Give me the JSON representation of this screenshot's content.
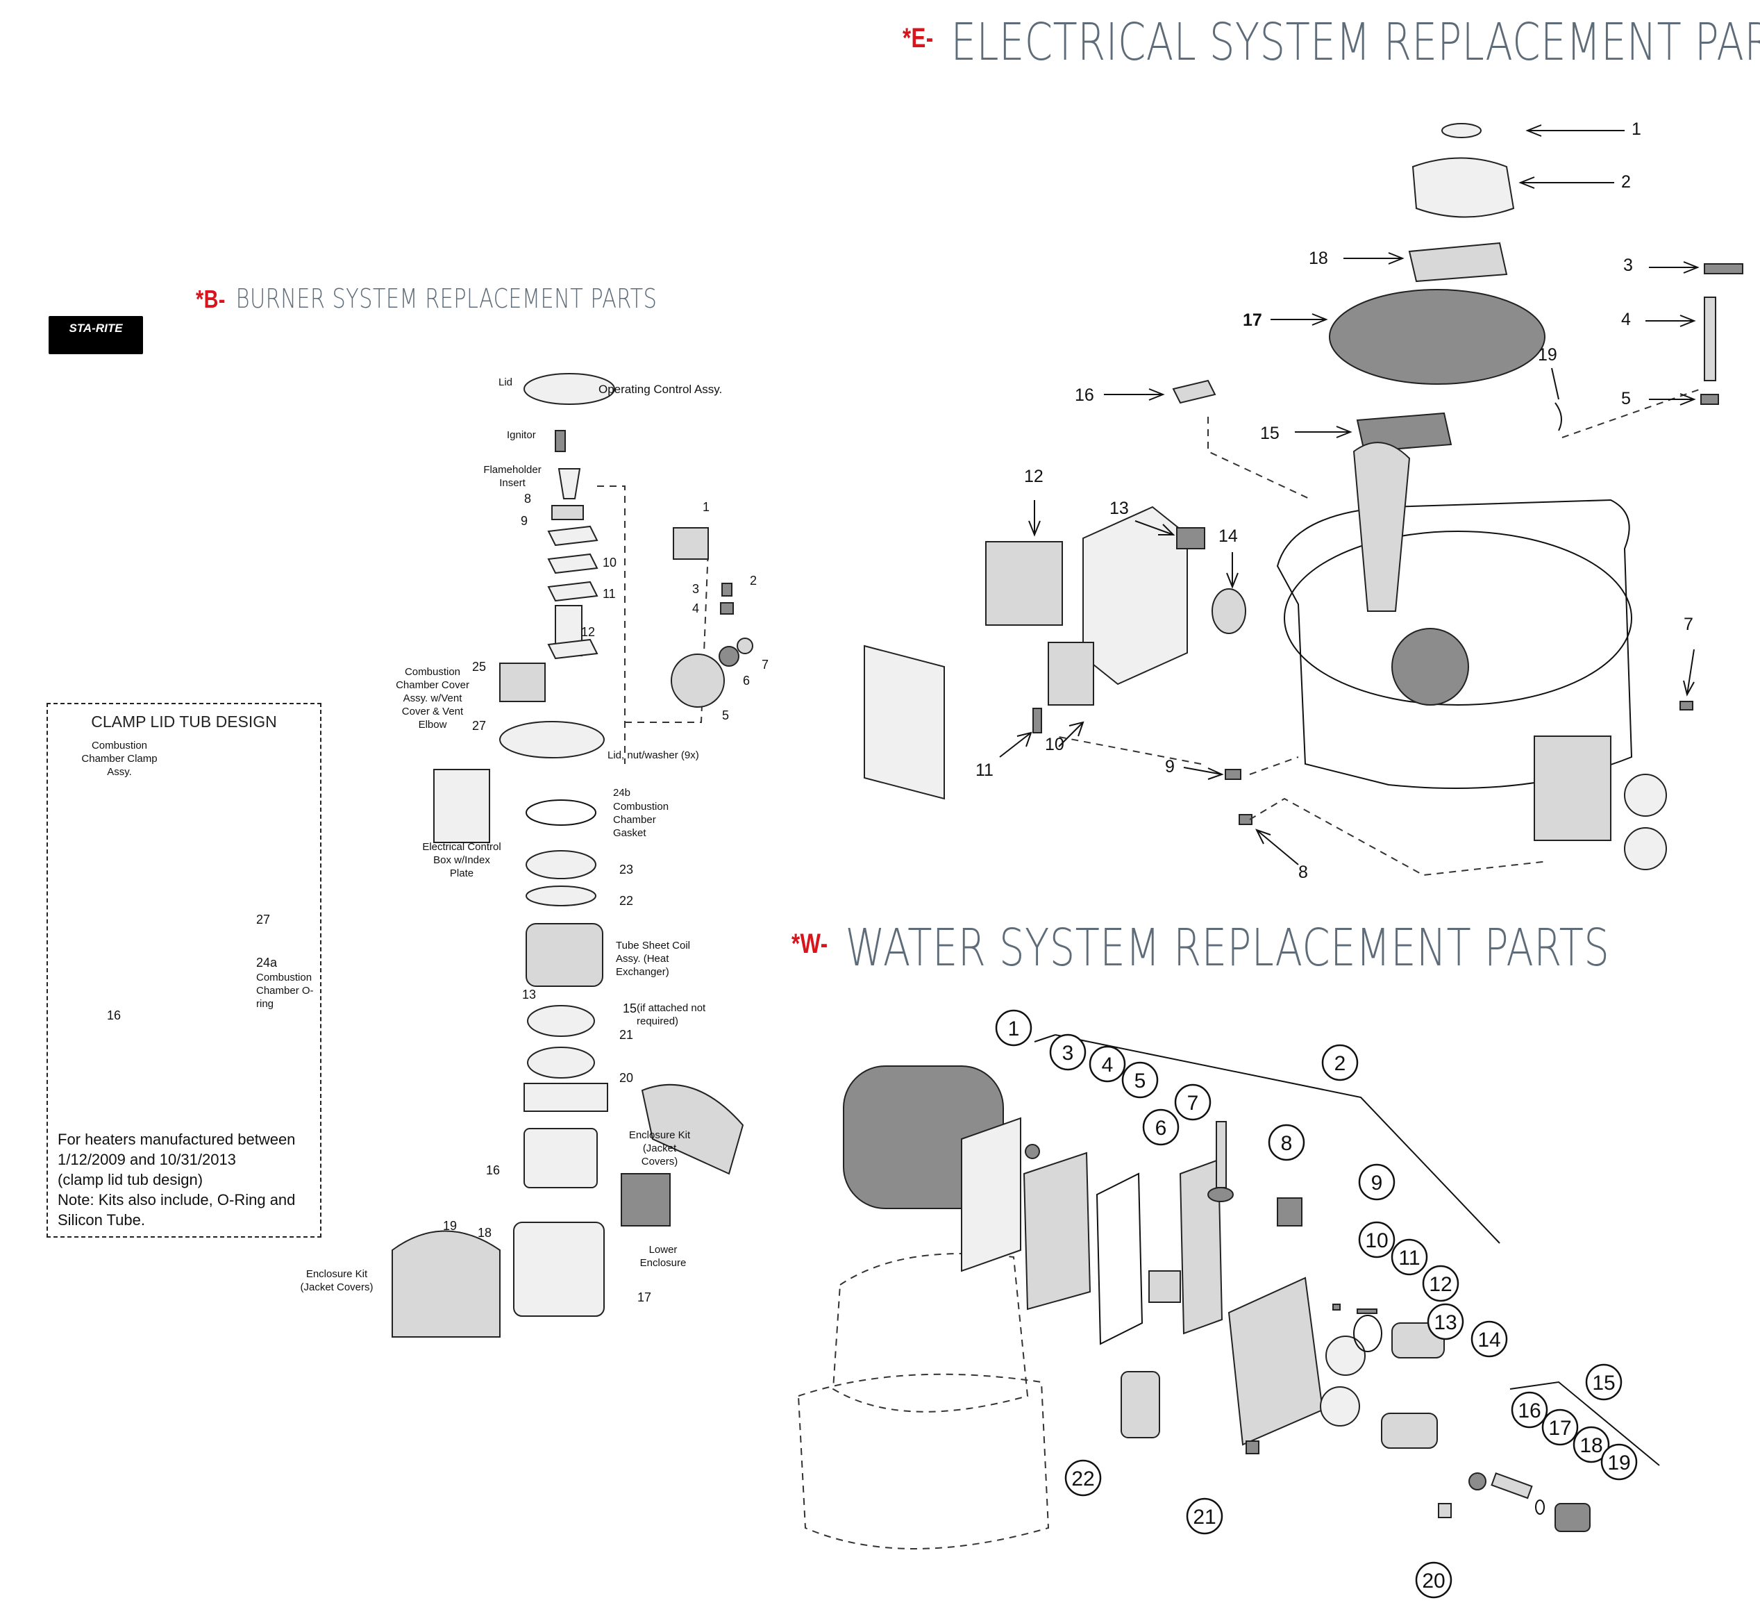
{
  "sections": {
    "electrical": {
      "prefix": "*E-",
      "title": "ELECTRICAL SYSTEM REPLACEMENT PARTS"
    },
    "burner": {
      "prefix": "*B-",
      "title": "BURNER SYSTEM REPLACEMENT PARTS"
    },
    "water": {
      "prefix": "*W-",
      "title": "WATER SYSTEM REPLACEMENT PARTS"
    }
  },
  "brand": {
    "logo_text": "STA-RITE"
  },
  "clamp_lid": {
    "title": "CLAMP LID TUB DESIGN",
    "labels": {
      "clamp_assy": "Combustion Chamber Clamp Assy.",
      "p27": "27",
      "p24a": "24a",
      "oring": "Combustion Chamber O-ring",
      "p16": "16"
    },
    "note_lines": [
      "For heaters manufactured between",
      "1/12/2009 and 10/31/2013",
      "(clamp lid tub design)",
      "Note: Kits also include, O-Ring and",
      "Silicon Tube."
    ]
  },
  "burner_labels": {
    "lid": "Lid",
    "operating_control": "Operating Control Assy.",
    "ignitor": "Ignitor",
    "flameholder": "Flameholder Insert",
    "combustion_cover": "Combustion Chamber Cover Assy. w/Vent Cover & Vent Elbow",
    "lid_nut": "Lid, nut/washer (9x)",
    "electrical_box": "Electrical Control Box w/Index Plate",
    "gasket_24b": "24b",
    "gasket_text": "Combustion Chamber Gasket",
    "tube_sheet": "Tube Sheet Coil Assy. (Heat Exchanger)",
    "if_attached": "(if attached not required)",
    "enclosure_kit": "Enclosure Kit (Jacket Covers)",
    "enclosure_kit_2": "Enclosure Kit (Jacket Covers)",
    "lower_enclosure": "Lower Enclosure",
    "n1": "1",
    "n2": "2",
    "n3": "3",
    "n4": "4",
    "n5": "5",
    "n6": "6",
    "n7": "7",
    "n8": "8",
    "n9": "9",
    "n10": "10",
    "n11": "11",
    "n12": "12",
    "n13": "13",
    "n15": "15",
    "n16": "16",
    "n17": "17",
    "n18": "18",
    "n19": "19",
    "n20": "20",
    "n21": "21",
    "n22": "22",
    "n23": "23",
    "n25": "25",
    "n27": "27"
  },
  "electrical_labels": [
    "1",
    "2",
    "3",
    "4",
    "5",
    "7",
    "8",
    "9",
    "10",
    "11",
    "12",
    "13",
    "14",
    "15",
    "16",
    "17",
    "18",
    "19"
  ],
  "water_labels": [
    "1",
    "2",
    "3",
    "4",
    "5",
    "6",
    "7",
    "8",
    "9",
    "10",
    "11",
    "12",
    "13",
    "14",
    "15",
    "16",
    "17",
    "18",
    "19",
    "20",
    "21",
    "22"
  ],
  "colors": {
    "prefix_red": "#d8141c",
    "title_gray": "#5e6b78"
  }
}
